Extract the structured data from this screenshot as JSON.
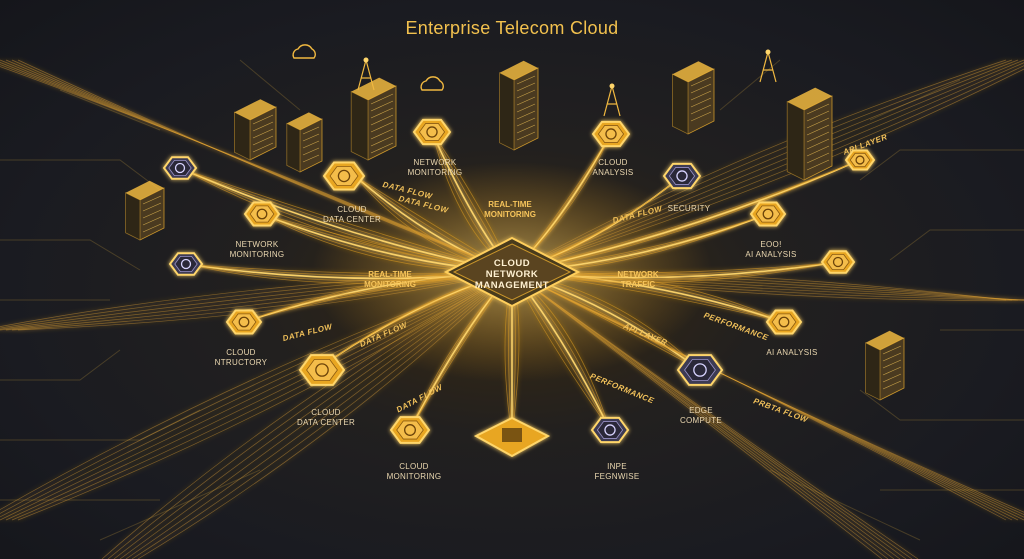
{
  "title": "Enterprise Telecom Cloud",
  "center": {
    "label_line1": "CLOUD",
    "label_line2": "NETWORK",
    "label_line3": "MANAGEMENT"
  },
  "nodes": {
    "network_monitoring_top": {
      "line1": "NETWORK",
      "line2": "MONITORING",
      "icon": "gauge-icon"
    },
    "cloud_data_center_top": {
      "line1": "CLOUD",
      "line2": "DATA CENTER",
      "icon": "cloud-upload-icon"
    },
    "network_monitoring_left": {
      "line1": "NETWORK",
      "line2": "MONITORING",
      "icon": "chart-line-icon"
    },
    "cloud_analysis": {
      "line1": "CLOUD",
      "line2": "ANALYSIS",
      "icon": "cloud-analysis-icon"
    },
    "security": {
      "line1": "SECURITY",
      "icon": "api-icon"
    },
    "ai_analysis_top": {
      "line1": "EOO!",
      "line2": "AI ANALYSIS",
      "icon": "gear-icon"
    },
    "cloud_ntructory": {
      "line1": "CLOUD",
      "line2": "NTRUCTORY",
      "icon": "cloud-icon"
    },
    "cloud_data_center_bottom": {
      "line1": "CLOUD",
      "line2": "DATA CENTER",
      "icon": "cloud-icon"
    },
    "cloud_monitoring": {
      "line1": "CLOUD",
      "line2": "MONITORING",
      "icon": "shield-check-icon"
    },
    "ai_analysis_right": {
      "line1": "AI ANALYSIS",
      "icon": "atom-icon"
    },
    "edge_compute": {
      "line1": "EDGE",
      "line2": "COMPUTE",
      "icon": "hub-icon"
    },
    "inpe_fegnwise": {
      "line1": "INPE",
      "line2": "FEGNWISE",
      "icon": "gear-icon"
    }
  },
  "mid_labels": {
    "realtime_top": {
      "line1": "REAL-TIME",
      "line2": "MONITORING"
    },
    "realtime_left": {
      "line1": "REAL-TIME",
      "line2": "MONITORING"
    },
    "network_traffic": {
      "line1": "NETWORK",
      "line2": "TRAFFIC"
    }
  },
  "flow_labels": {
    "data_flow_1": "DATA FLOW",
    "data_flow_2": "DATA FLOW",
    "data_flow_3": "DATA FLOW",
    "data_flow_4": "DATA FLOW",
    "data_flow_5": "DATA FLOW",
    "data_flow_6": "DATA FLOW",
    "api_layer_1": "API LAYER",
    "api_layer_2": "API LAYER",
    "performance_1": "PERFORMANCE",
    "performance_2": "PERFORMANCE",
    "prbta_flow": "PRBTA FLOW"
  },
  "colors": {
    "accent": "#f5b52e",
    "glow": "#ffd66b",
    "node_fill": "#e8a624",
    "node_dark": "#3d3a52",
    "background": "#1a1b21"
  }
}
